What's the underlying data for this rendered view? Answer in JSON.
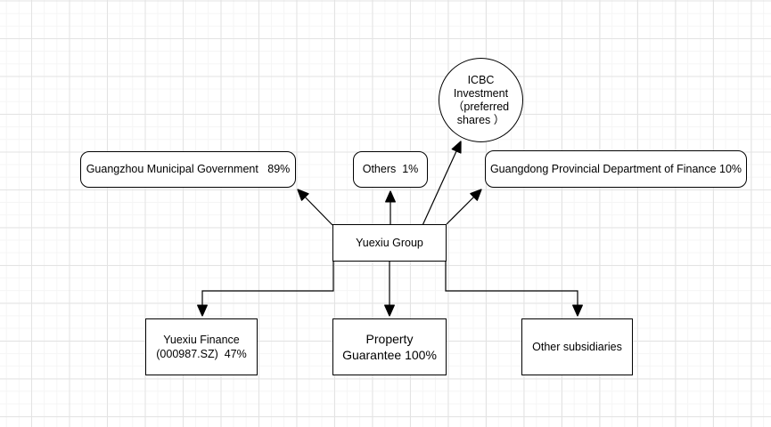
{
  "canvas": {
    "background_color": "#ffffff",
    "grid_minor_color": "#f5f5f5",
    "grid_major_color": "#e3e3e3",
    "stroke_color": "#000000",
    "node_fill_color": "#ffffff",
    "text_color": "#000000"
  },
  "diagram": {
    "nodes": {
      "icbc_investment": {
        "shape": "ellipse",
        "lines": [
          "ICBC",
          "Investment",
          "（preferred",
          "shares ）"
        ]
      },
      "guangzhou_municipal_government": {
        "shape": "rounded-rectangle",
        "label": "Guangzhou Municipal Government   89%"
      },
      "others": {
        "shape": "rounded-rectangle",
        "label": "Others  1%"
      },
      "guangdong_provincial_department_of_finance": {
        "shape": "rounded-rectangle",
        "label": "Guangdong Provincial Department of Finance 10%"
      },
      "yuexiu_group": {
        "shape": "rectangle",
        "label": "Yuexiu Group"
      },
      "yuexiu_finance": {
        "shape": "rectangle",
        "lines": [
          "Yuexiu Finance",
          "(000987.SZ)  47%"
        ]
      },
      "property_guarantee": {
        "shape": "rectangle",
        "lines": [
          "Property",
          "Guarantee 100%"
        ]
      },
      "other_subsidiaries": {
        "shape": "rectangle",
        "label": "Other subsidiaries"
      }
    },
    "edges": [
      {
        "from": "yuexiu_group",
        "to": "guangzhou_municipal_government",
        "arrow": "end"
      },
      {
        "from": "yuexiu_group",
        "to": "others",
        "arrow": "end"
      },
      {
        "from": "yuexiu_group",
        "to": "icbc_investment",
        "arrow": "end"
      },
      {
        "from": "yuexiu_group",
        "to": "guangdong_provincial_department_of_finance",
        "arrow": "end"
      },
      {
        "from": "yuexiu_group",
        "to": "yuexiu_finance",
        "arrow": "end"
      },
      {
        "from": "yuexiu_group",
        "to": "property_guarantee",
        "arrow": "end"
      },
      {
        "from": "yuexiu_group",
        "to": "other_subsidiaries",
        "arrow": "end"
      }
    ]
  }
}
